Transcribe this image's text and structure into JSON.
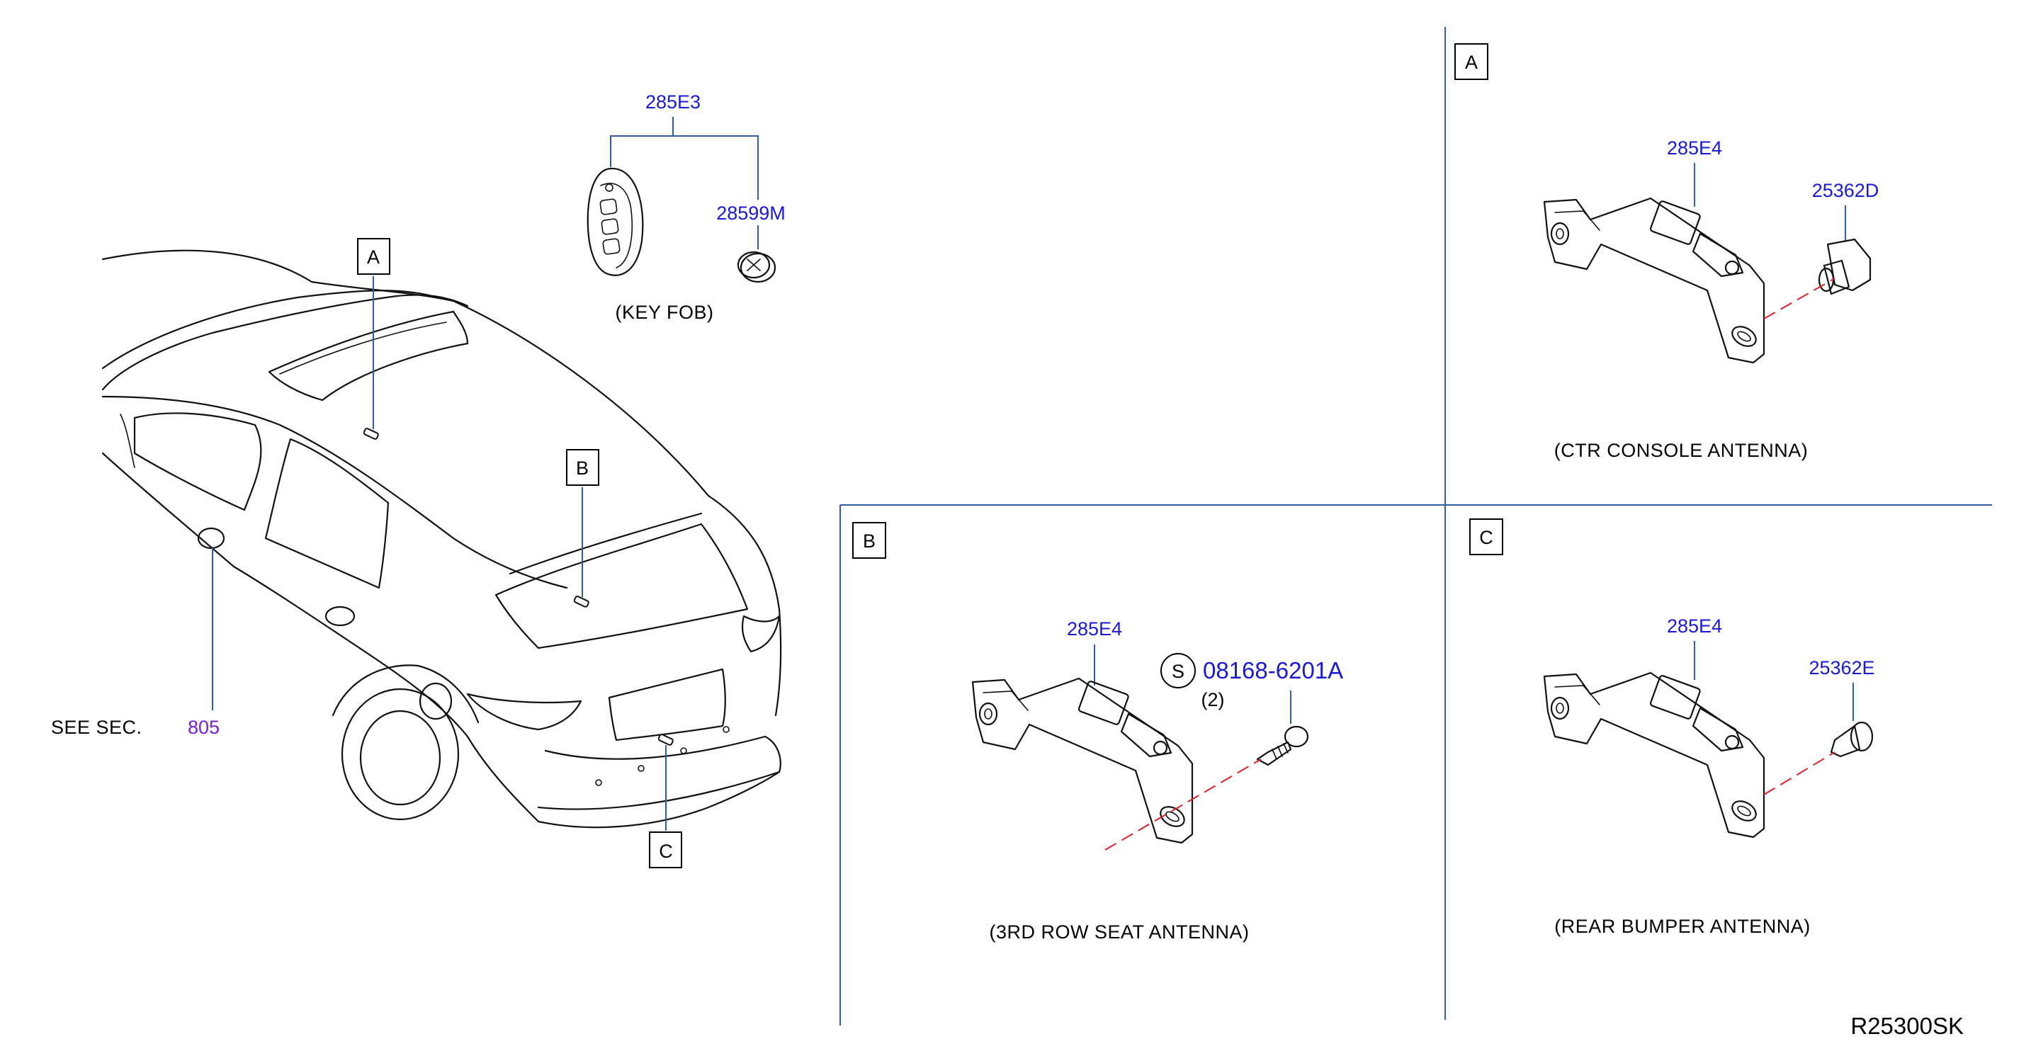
{
  "colors": {
    "part_number": "#1a1ad6",
    "section_ref": "#7a1fd6",
    "leader": "#2f5f9e",
    "centerline": "#e0202a"
  },
  "icons": {
    "screw_marker": "circle-s-symbol"
  },
  "key_fob": {
    "assembly_part": "285E3",
    "battery_part": "28599M",
    "caption": "(KEY   FOB)"
  },
  "vehicle": {
    "callouts": [
      "A",
      "B",
      "C"
    ],
    "see_sec_label": "SEE   SEC.",
    "see_sec_number": "805"
  },
  "panel_a": {
    "ref": "A",
    "antenna_part": "285E4",
    "fastener_part": "25362D",
    "caption": "(CTR   CONSOLE   ANTENNA)"
  },
  "panel_b": {
    "ref": "B",
    "antenna_part": "285E4",
    "screw_symbol": "S",
    "screw_part": "08168-6201A",
    "screw_qty": "(2)",
    "caption": "(3RD   ROW   SEAT   ANTENNA)"
  },
  "panel_c": {
    "ref": "C",
    "antenna_part": "285E4",
    "fastener_part": "25362E",
    "caption": "(REAR   BUMPER   ANTENNA)"
  },
  "diagram_id": "R25300SK"
}
